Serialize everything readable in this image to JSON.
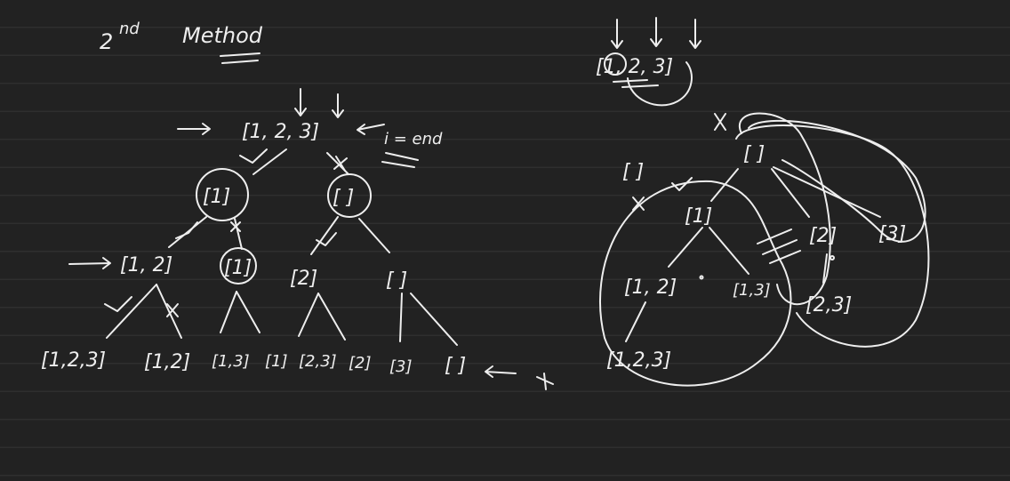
{
  "title": {
    "ordinal": "2",
    "suffix": "nd",
    "word": "Method"
  },
  "tree_left": {
    "root": "[1, 2, 3]",
    "root_note": "i = end",
    "level1": [
      "[1]",
      "[ ]"
    ],
    "level2": [
      "[1, 2]",
      "[1]",
      "[2]",
      "[ ]"
    ],
    "leaves": [
      "[1,2,3]",
      "[1,2]",
      "[1,3]",
      "[1]",
      "[2,3]",
      "[2]",
      "[3]",
      "[ ]"
    ]
  },
  "top_right": {
    "array": "[1, 2, 3]"
  },
  "tree_right": {
    "root": "[ ]",
    "left_orphan": "[ ]",
    "node_1": "[1]",
    "node_12": "[1, 2]",
    "node_13": "[1,3]",
    "node_123": "[1,2,3]",
    "node_2": "[2]",
    "node_3": "[3]",
    "node_23": "[2,3]"
  }
}
